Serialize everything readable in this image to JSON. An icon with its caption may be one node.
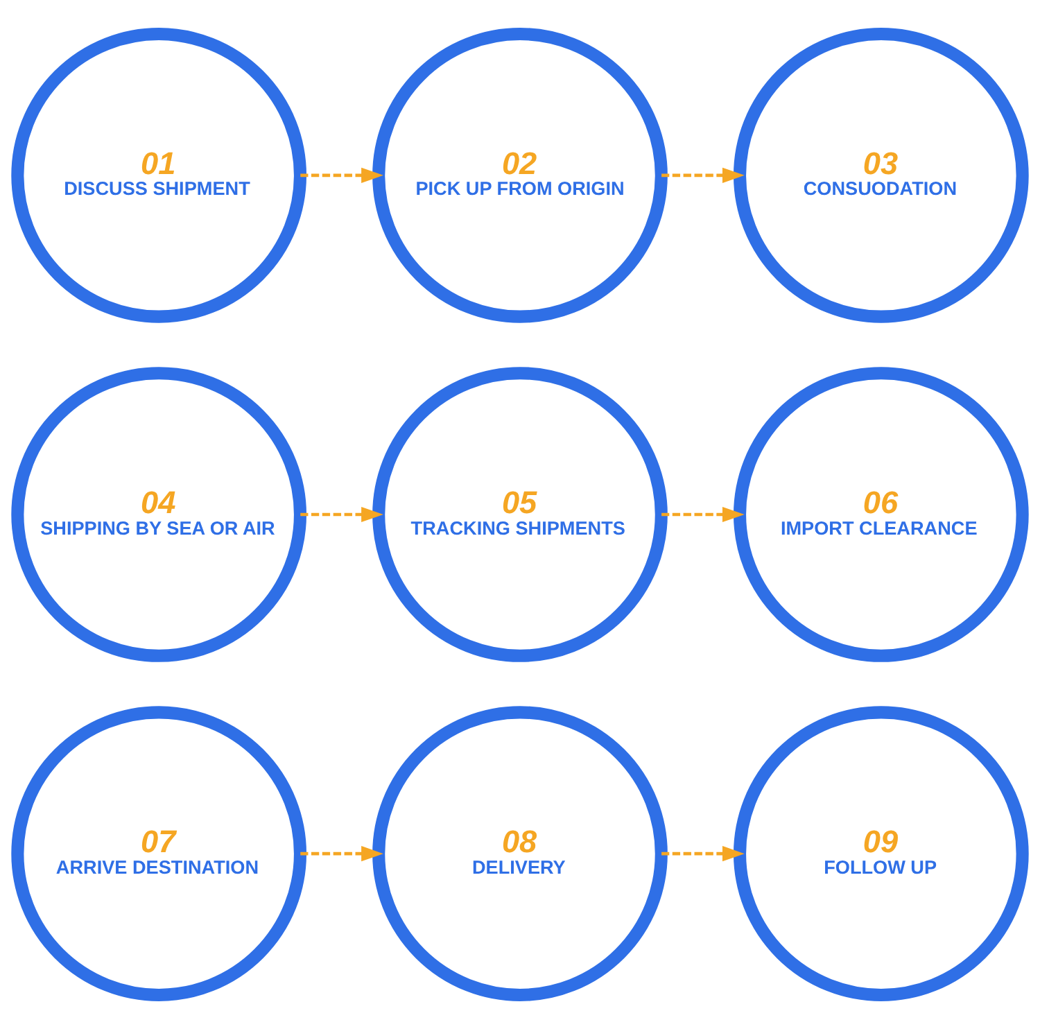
{
  "diagram": {
    "nodes": [
      {
        "text": [
          "01",
          "DISCUSS SHIPMENT"
        ]
      },
      {
        "text": [
          "02",
          "PICK UP FROM ORIGIN"
        ]
      },
      {
        "text": [
          "03",
          "CONSUODATION"
        ]
      },
      {
        "text": [
          "04",
          "SHIPPING BY SEA OR AIR"
        ]
      },
      {
        "text": [
          "05",
          "TRACKING SHIPMENTS"
        ]
      },
      {
        "text": [
          "06",
          "IMPORT CLEARANCE"
        ]
      },
      {
        "text": [
          "07",
          "ARRIVE DESTINATION"
        ]
      },
      {
        "text": [
          "08",
          "DELIVERY"
        ]
      },
      {
        "text": [
          "09",
          "FOLLOW UP"
        ]
      }
    ],
    "edges": [
      {
        "from": 0,
        "to": 1,
        "arrow": "to",
        "style": "dashed"
      },
      {
        "from": 1,
        "to": 2,
        "arrow": "to",
        "style": "dashed"
      },
      {
        "from": 3,
        "to": 4,
        "arrow": "to",
        "style": "dashed"
      },
      {
        "from": 4,
        "to": 5,
        "arrow": "to",
        "style": "dashed"
      },
      {
        "from": 6,
        "to": 7,
        "arrow": "to",
        "style": "dashed"
      },
      {
        "from": 7,
        "to": 8,
        "arrow": "to",
        "style": "dashed"
      }
    ]
  }
}
